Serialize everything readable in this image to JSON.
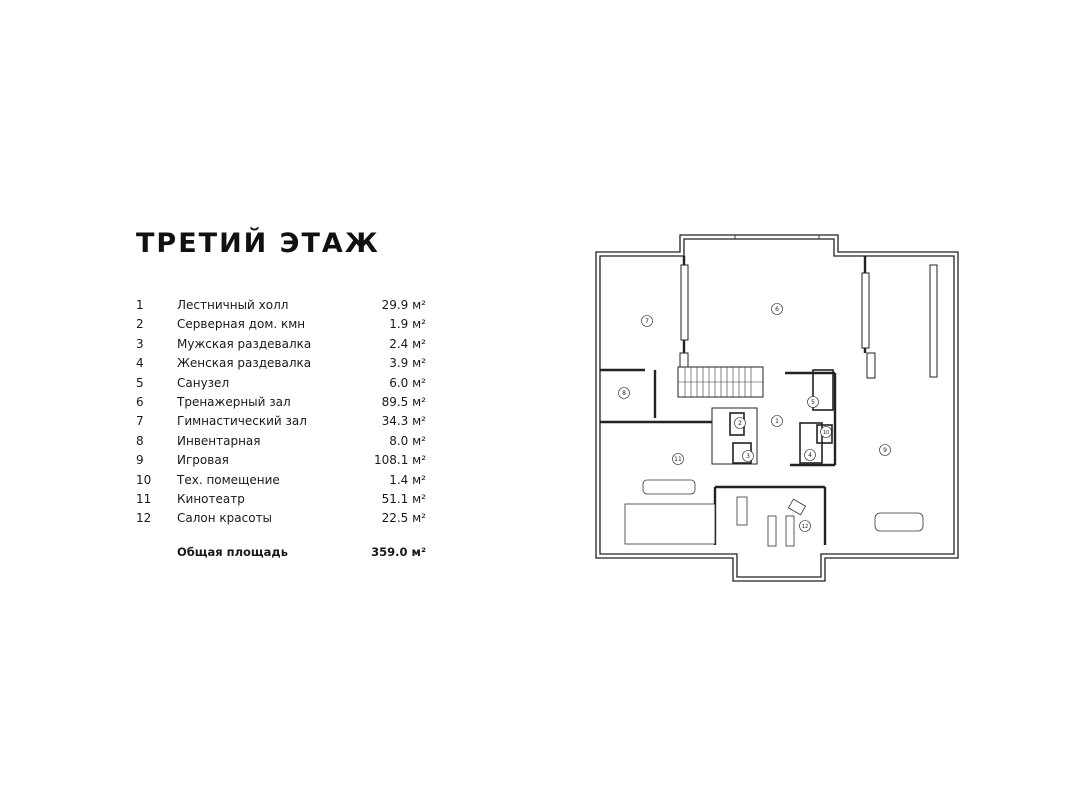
{
  "title": "ТРЕТИЙ ЭТАЖ",
  "rooms": [
    {
      "num": "1",
      "name": "Лестничный холл",
      "area": "29.9 м²"
    },
    {
      "num": "2",
      "name": "Серверная дом. кмн",
      "area": "1.9 м²"
    },
    {
      "num": "3",
      "name": "Мужская раздевалка",
      "area": "2.4 м²"
    },
    {
      "num": "4",
      "name": "Женская раздевалка",
      "area": "3.9 м²"
    },
    {
      "num": "5",
      "name": "Санузел",
      "area": "6.0 м²"
    },
    {
      "num": "6",
      "name": "Тренажерный зал",
      "area": "89.5 м²"
    },
    {
      "num": "7",
      "name": "Гимнастический зал",
      "area": "34.3 м²"
    },
    {
      "num": "8",
      "name": "Инвентарная",
      "area": "8.0 м²"
    },
    {
      "num": "9",
      "name": "Игровая",
      "area": "108.1 м²"
    },
    {
      "num": "10",
      "name": "Тех. помещение",
      "area": "1.4 м²"
    },
    {
      "num": "11",
      "name": "Кинотеатр",
      "area": "51.1 м²"
    },
    {
      "num": "12",
      "name": "Салон красоты",
      "area": "22.5 м²"
    }
  ],
  "total": {
    "label": "Общая площадь",
    "area": "359.0 м²"
  },
  "plan_markers": [
    "1",
    "2",
    "3",
    "4",
    "5",
    "6",
    "7",
    "8",
    "9",
    "10",
    "11",
    "12"
  ]
}
